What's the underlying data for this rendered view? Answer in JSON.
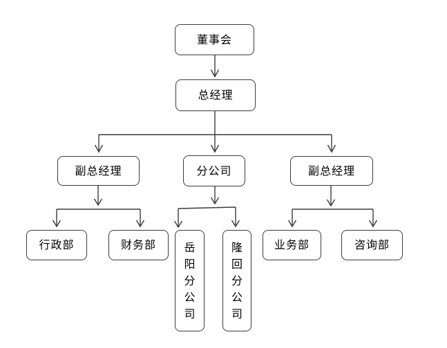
{
  "diagram": {
    "kind": "org-chart",
    "nodes": {
      "board": {
        "label": "董事会"
      },
      "general_manager": {
        "label": "总经理"
      },
      "deputy_gm_left": {
        "label": "副总经理"
      },
      "branch_company": {
        "label": "分公司"
      },
      "deputy_gm_right": {
        "label": "副总经理"
      },
      "admin_dept": {
        "label": "行政部"
      },
      "finance_dept": {
        "label": "财务部"
      },
      "yueyang_branch": {
        "label": "岳阳分公司",
        "chars": [
          "岳",
          "阳",
          "分",
          "公",
          "司"
        ]
      },
      "longhui_branch": {
        "label": "隆回分公司",
        "chars": [
          "隆",
          "回",
          "分",
          "公",
          "司"
        ]
      },
      "business_dept": {
        "label": "业务部"
      },
      "consulting_dept": {
        "label": "咨询部"
      }
    },
    "edges": [
      {
        "from": "board",
        "to": "general_manager"
      },
      {
        "from": "general_manager",
        "to": "deputy_gm_left"
      },
      {
        "from": "general_manager",
        "to": "branch_company"
      },
      {
        "from": "general_manager",
        "to": "deputy_gm_right"
      },
      {
        "from": "deputy_gm_left",
        "to": "admin_dept"
      },
      {
        "from": "deputy_gm_left",
        "to": "finance_dept"
      },
      {
        "from": "branch_company",
        "to": "yueyang_branch"
      },
      {
        "from": "branch_company",
        "to": "longhui_branch"
      },
      {
        "from": "deputy_gm_right",
        "to": "business_dept"
      },
      {
        "from": "deputy_gm_right",
        "to": "consulting_dept"
      }
    ],
    "colors": {
      "background": "#ffffff",
      "node_border": "#3a3a3a",
      "connector": "#3a3a3a",
      "text": "#000000"
    }
  }
}
